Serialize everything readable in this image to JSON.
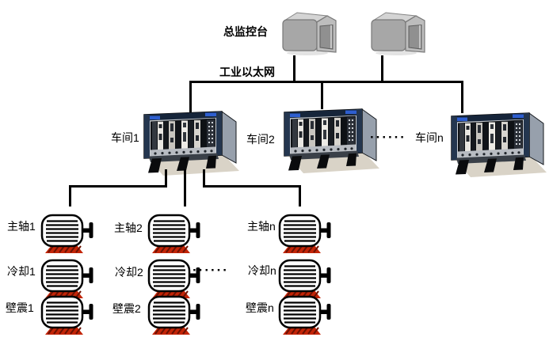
{
  "console": {
    "label": "总监控台"
  },
  "network": {
    "label": "工业以太网"
  },
  "workshops": {
    "items": [
      {
        "label": "车间1"
      },
      {
        "label": "车间2"
      },
      {
        "label": "车间n"
      }
    ],
    "ellipsis": "······"
  },
  "machines": {
    "ellipsis": "······",
    "rows": [
      {
        "name": "spindle",
        "cells": [
          {
            "label": "主轴1"
          },
          {
            "label": "主轴2"
          },
          {
            "label": "主轴n"
          }
        ]
      },
      {
        "name": "cooling",
        "cells": [
          {
            "label": "冷却1"
          },
          {
            "label": "冷却2"
          },
          {
            "label": "冷却n"
          }
        ]
      },
      {
        "name": "vibration",
        "cells": [
          {
            "label": "壁震1"
          },
          {
            "label": "壁震2"
          },
          {
            "label": "壁震n"
          }
        ]
      }
    ]
  },
  "icons": {
    "monitor": "monitor-icon",
    "workshop_controller": "plc-chassis-icon",
    "machine": "motor-icon"
  },
  "colors": {
    "line": "#000000",
    "motor_base": "#c32508",
    "motor_base_hatch": "#6b1202",
    "chassis_navy": "#16253a",
    "chassis_blue": "#2e5ecf",
    "chassis_shadow": "#d9d3c7",
    "monitor_gray": "#a7a7a7"
  }
}
